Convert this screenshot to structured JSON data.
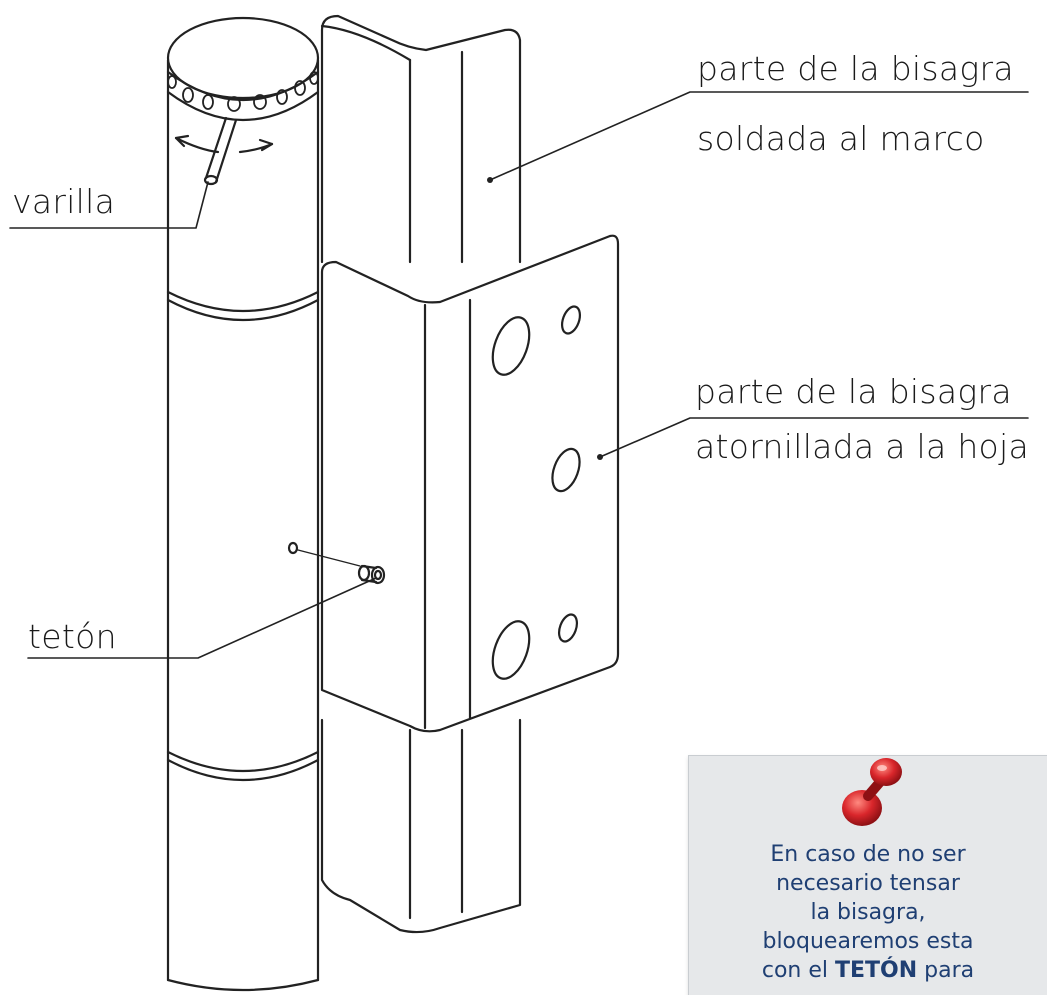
{
  "labels": {
    "frame_part_line1": "parte de la bisagra",
    "frame_part_line2": "soldada al marco",
    "leaf_part_line1": "parte de la bisagra",
    "leaf_part_line2": "atornillada a la hoja",
    "rod": "varilla",
    "stud": "tetón"
  },
  "note": {
    "line1": "En caso de no ser",
    "line2": "necesario tensar",
    "line3": "la bisagra,",
    "line4": "bloquearemos esta",
    "line5_prefix": "con el ",
    "line5_bold": "TETÓN",
    "line5_suffix": " para"
  },
  "colors": {
    "stroke": "#222222",
    "note_bg": "#e6e8ea",
    "note_text": "#1f3f73",
    "pin_red": "#d9262b"
  }
}
